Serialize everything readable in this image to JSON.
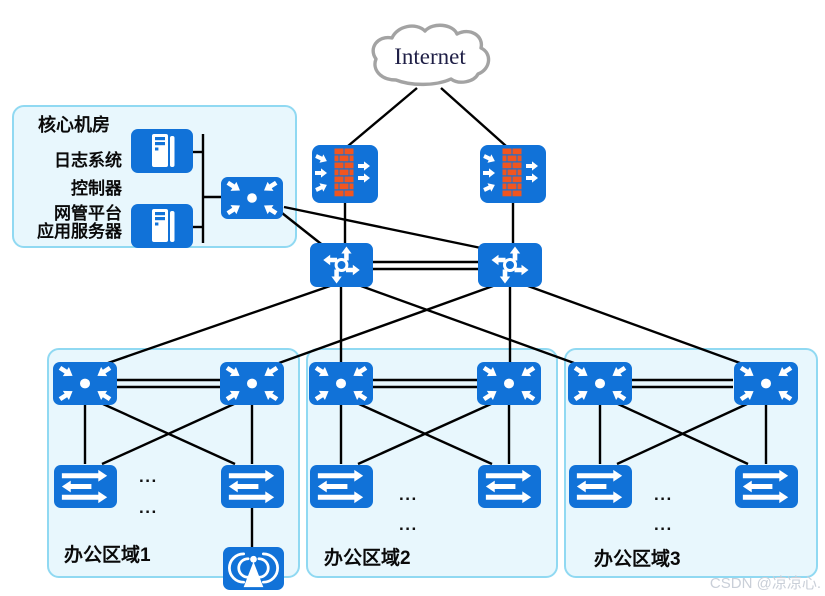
{
  "cloud": {
    "label": "Internet"
  },
  "core_room": {
    "title": "核心机房",
    "labels": [
      "日志系统",
      "控制器",
      "网管平台",
      "应用服务器"
    ]
  },
  "offices": [
    {
      "label": "办公区域1"
    },
    {
      "label": "办公区域2"
    },
    {
      "label": "办公区域3"
    }
  ],
  "dots": "...",
  "watermark": "CSDN @凉凉心.",
  "icons": {
    "lan-switch": "four-arrows-inward-center-dot",
    "router": "four-arrows-outward-pinwheel-ring",
    "access-switch": "three-horizontal-arrows",
    "firewall": "brick-wall-with-arrows",
    "server": "tower-server",
    "wireless-ap": "antenna-with-radio-waves",
    "internet-cloud": "cloud-outline"
  },
  "colors": {
    "node_blue": "#1172d8",
    "brick_orange": "#f1551f",
    "zone_fill": "#e8f7fd",
    "zone_border": "#90d9f2",
    "link": "#000000",
    "cloud_outline": "#a3a3a3",
    "internet_text": "#1f1f46",
    "watermark": "#c9cfd8"
  }
}
